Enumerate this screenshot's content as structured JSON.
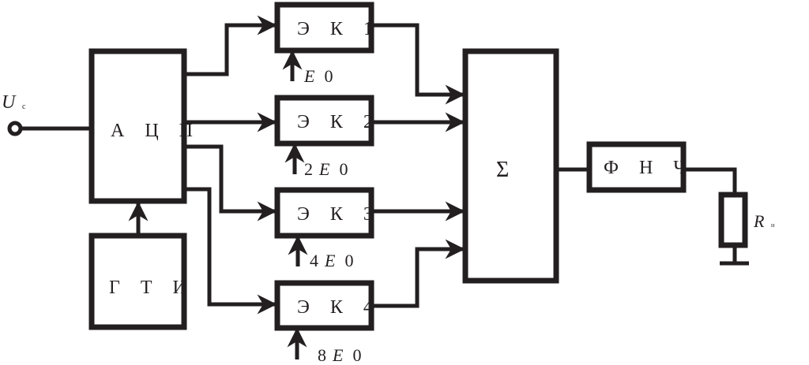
{
  "input_label": "U",
  "input_sub": "с",
  "blocks": {
    "adc": "А Ц П",
    "gti": "Г Т И",
    "ek1": "Э К 1",
    "ek2": "Э К 2",
    "ek3": "Э К 3",
    "ek4": "Э К 4",
    "sum": "Σ",
    "lpf": "Ф Н Ч"
  },
  "references": {
    "ek1": {
      "coef": "",
      "sym": "E",
      "sub": "0"
    },
    "ek2": {
      "coef": "2",
      "sym": "E",
      "sub": "0"
    },
    "ek3": {
      "coef": "4",
      "sym": "E",
      "sub": "0"
    },
    "ek4": {
      "coef": "8",
      "sym": "E",
      "sub": "0"
    }
  },
  "load_label": "R",
  "load_sub": "н",
  "colors": {
    "ink": "#231f20",
    "background": "#ffffff"
  }
}
